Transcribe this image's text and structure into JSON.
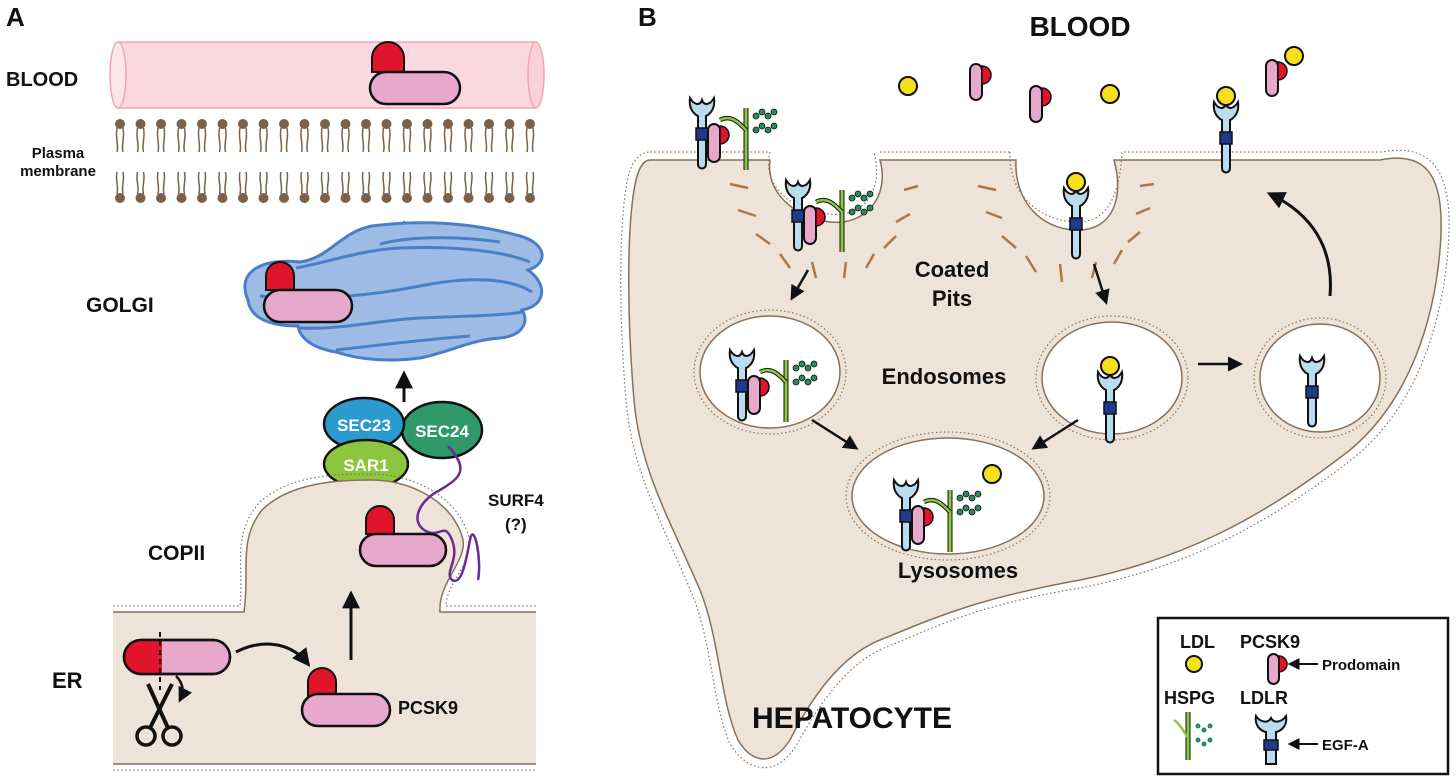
{
  "panel_a": {
    "letter": "A",
    "blood": "BLOOD",
    "plasma_membrane_line1": "Plasma",
    "plasma_membrane_line2": "membrane",
    "golgi": "GOLGI",
    "copii": "COPII",
    "er": "ER",
    "pcsk9": "PCSK9",
    "surf4": "SURF4",
    "surf4_note": "(?)",
    "sec23": "SEC23",
    "sec24": "SEC24",
    "sar1": "SAR1"
  },
  "panel_b": {
    "letter": "B",
    "blood": "BLOOD",
    "coated_line1": "Coated",
    "coated_line2": "Pits",
    "endosomes": "Endosomes",
    "lysosomes": "Lysosomes",
    "hepatocyte": "HEPATOCYTE"
  },
  "legend": {
    "ldl": "LDL",
    "pcsk9": "PCSK9",
    "prodomain": "Prodomain",
    "hspg": "HSPG",
    "ldlr": "LDLR",
    "egf_a": "EGF-A"
  },
  "colors": {
    "cell_fill": "#ede3d8",
    "membrane_brown": "#7a6148",
    "pcsk9_pink": "#e8a8cc",
    "prodomain_red": "#e0142a",
    "ldl_yellow": "#f5e01a",
    "ldlr_blue": "#b9dcee",
    "egf_navy": "#1f3a8a",
    "hspg_green": "#8cc63f",
    "golgi_blue": "#9dbbe5",
    "sec23_blue": "#2a9ad0",
    "sec24_green": "#2e9a6a",
    "sar1_green": "#8cc63f",
    "surf4_purple": "#6a2c91",
    "blood_vessel": "#fbd8e0"
  }
}
